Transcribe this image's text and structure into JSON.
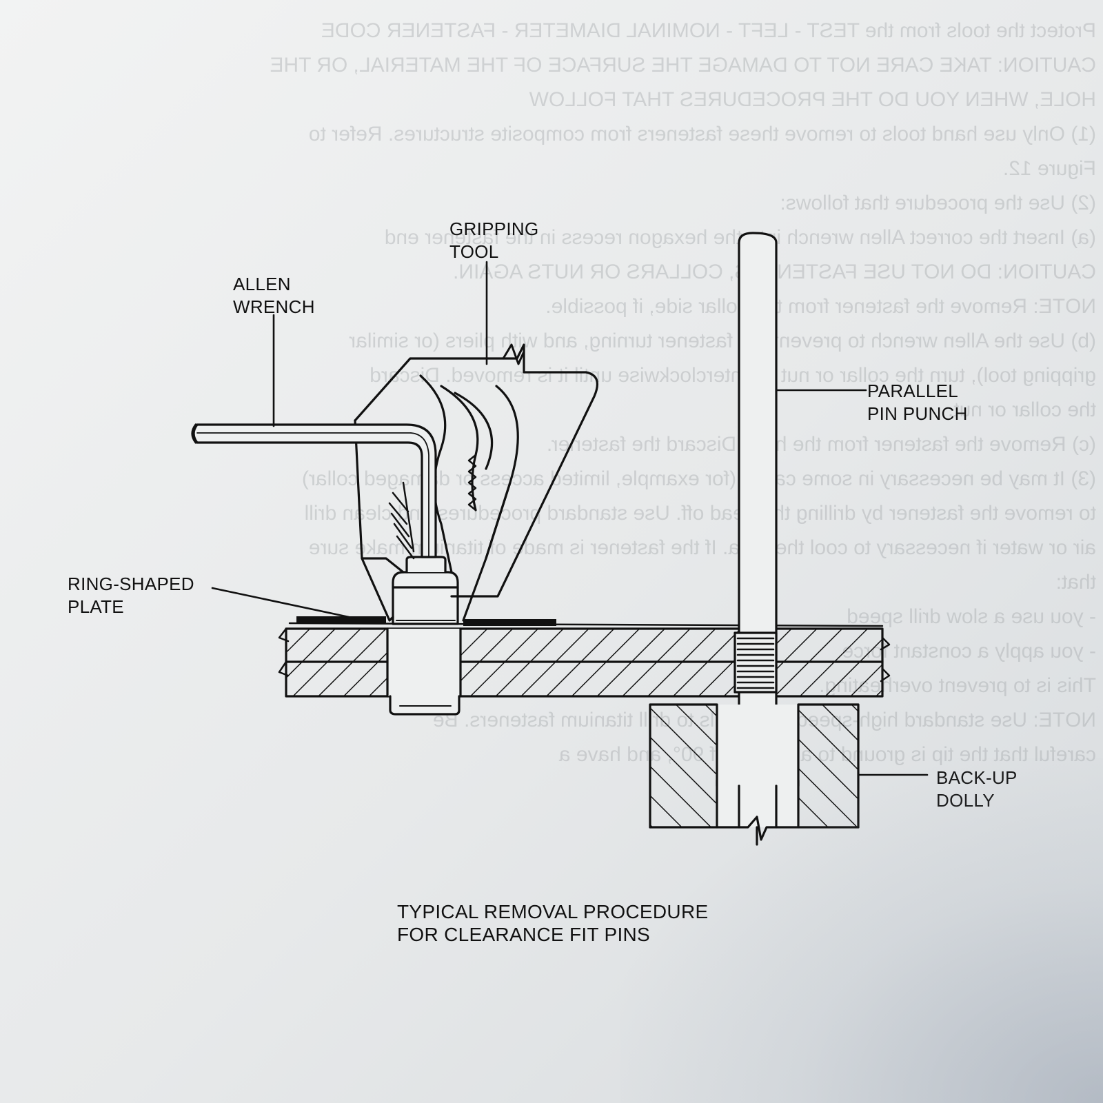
{
  "bleed_lines": [
    "Protect the tools from the TEST - LEFT - NOMINAL DIAMETER - FASTENER CODE",
    "CAUTION: TAKE CARE NOT TO DAMAGE THE SURFACE OF THE MATERIAL, OR THE",
    "HOLE, WHEN YOU DO THE PROCEDURES THAT FOLLOW",
    "(1) Only use hand tools to remove these fasteners from composite structures. Refer to",
    "Figure 12.",
    "(2) Use the procedure that follows:",
    "(a) Insert the correct Allen wrench into the hexagon recess in the fastener end",
    "CAUTION: DO NOT USE FASTENERS, COLLARS OR NUTS AGAIN.",
    "NOTE: Remove the fastener from the collar side, if possible.",
    "(b) Use the Allen wrench to prevent the fastener turning, and with pliers (or similar",
    "gripping tool), turn the collar or nut counterclockwise until it is removed. Discard",
    "the collar or nut.",
    "(c) Remove the fastener from the hole. Discard the fastener.",
    "(3) It may be necessary in some cases (for example, limited access or damaged collar)",
    "to remove the fastener by drilling the head off. Use standard procedures and clean drill",
    "air or water if necessary to cool the area. If the fastener is made of titanium make sure",
    "that:",
    "- you use a slow drill speed",
    "- you apply a constant force",
    "This is to prevent overheating.",
    "NOTE: Use standard high-speed twist-drills to drill titanium fasteners. Be",
    "careful that the tip is ground to an angle of 90°, and have a"
  ],
  "labels": {
    "gripping_tool": [
      "GRIPPING",
      "TOOL"
    ],
    "allen_wrench": [
      "ALLEN",
      "WRENCH"
    ],
    "parallel_pin_punch": [
      "PARALLEL",
      "PIN PUNCH"
    ],
    "ring_shaped_plate": [
      "RING-SHAPED",
      "PLATE"
    ],
    "back_up_dolly": [
      "BACK-UP",
      "DOLLY"
    ]
  },
  "caption": [
    "TYPICAL REMOVAL PROCEDURE",
    "FOR CLEARANCE FIT PINS"
  ]
}
